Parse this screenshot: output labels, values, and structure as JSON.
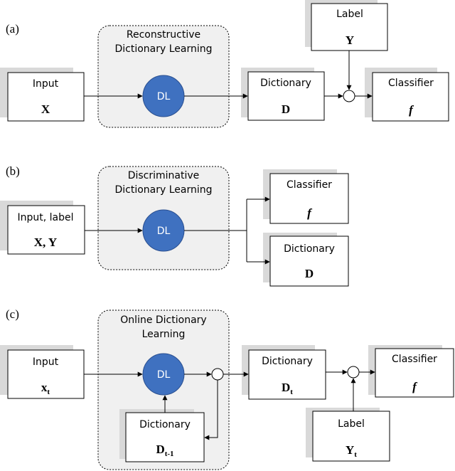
{
  "panels": {
    "a": {
      "tag": "(a)",
      "process_label_line1": "Reconstructive",
      "process_label_line2": "Dictionary Learning",
      "dl": "DL",
      "input_label": "Input",
      "input_symbol": "X",
      "dictionary_label": "Dictionary",
      "dictionary_symbol": "D",
      "label_label": "Label",
      "label_symbol": "Y",
      "classifier_label": "Classifier",
      "classifier_symbol": "f"
    },
    "b": {
      "tag": "(b)",
      "process_label_line1": "Discriminative",
      "process_label_line2": "Dictionary Learning",
      "dl": "DL",
      "input_label": "Input, label",
      "input_symbol": "X, Y",
      "classifier_label": "Classifier",
      "classifier_symbol": "f",
      "dictionary_label": "Dictionary",
      "dictionary_symbol": "D"
    },
    "c": {
      "tag": "(c)",
      "process_label_line1": "Online Dictionary",
      "process_label_line2": "Learning",
      "dl": "DL",
      "input_label": "Input",
      "input_symbol_base": "x",
      "input_symbol_sub": "t",
      "prev_dictionary_label": "Dictionary",
      "prev_dictionary_symbol_base": "D",
      "prev_dictionary_symbol_sub": "t-1",
      "dictionary_label": "Dictionary",
      "dictionary_symbol_base": "D",
      "dictionary_symbol_sub": "t",
      "label_label": "Label",
      "label_symbol_base": "Y",
      "label_symbol_sub": "t",
      "classifier_label": "Classifier",
      "classifier_symbol": "f"
    }
  },
  "colors": {
    "dl_fill": "#3f71c0",
    "dl_stroke": "#2a4f8f",
    "process_fill": "#f0f0f0",
    "shadow_fill": "#d9d9d9",
    "stroke": "#000000"
  }
}
